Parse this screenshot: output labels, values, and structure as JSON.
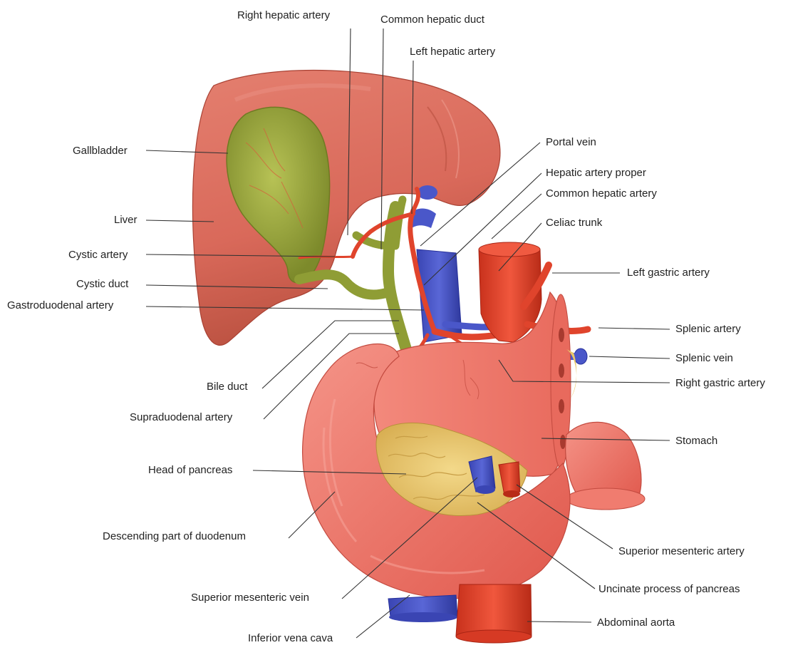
{
  "colors": {
    "liver": "#d9695a",
    "liver_dark": "#a94234",
    "gallbladder": "#9aa53c",
    "gallbladder_dark": "#6f7a22",
    "bile_duct": "#8f9d35",
    "artery": "#e0442c",
    "artery_dark": "#a82414",
    "vein": "#4a57c9",
    "vein_dark": "#26309a",
    "duodenum": "#ef7468",
    "duodenum_dark": "#c24a3f",
    "pancreas": "#e9c76a",
    "pancreas_dark": "#b8913a",
    "stomach": "#f07c6f",
    "leader": "#333333",
    "label_text": "#222222"
  },
  "labels": {
    "right_hepatic_artery": "Right hepatic artery",
    "common_hepatic_duct": "Common hepatic duct",
    "left_hepatic_artery": "Left hepatic artery",
    "gallbladder": "Gallbladder",
    "portal_vein": "Portal vein",
    "hepatic_artery_proper": "Hepatic artery proper",
    "common_hepatic_artery": "Common hepatic artery",
    "liver": "Liver",
    "celiac_trunk": "Celiac trunk",
    "cystic_artery": "Cystic artery",
    "left_gastric_artery": "Left gastric artery",
    "cystic_duct": "Cystic duct",
    "gastroduodenal_artery": "Gastroduodenal artery",
    "splenic_artery": "Splenic artery",
    "splenic_vein": "Splenic vein",
    "bile_duct": "Bile duct",
    "right_gastric_artery": "Right gastric artery",
    "supraduodenal_artery": "Supraduodenal artery",
    "stomach": "Stomach",
    "head_of_pancreas": "Head of pancreas",
    "descending_duodenum": "Descending part of duodenum",
    "superior_mesenteric_artery": "Superior mesenteric artery",
    "superior_mesenteric_vein": "Superior mesenteric vein",
    "uncinate_process": "Uncinate process of pancreas",
    "abdominal_aorta": "Abdominal aorta",
    "inferior_vena_cava": "Inferior vena cava"
  }
}
